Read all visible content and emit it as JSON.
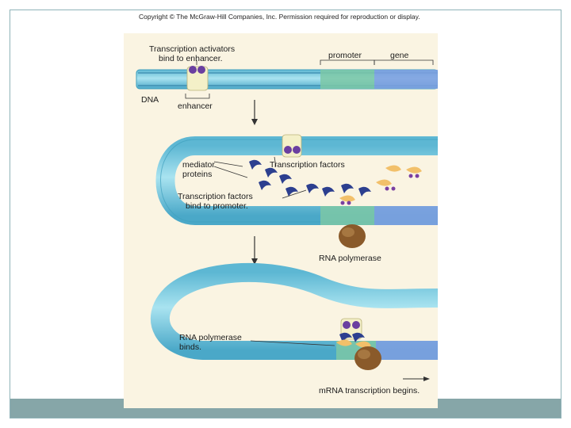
{
  "copyright": "Copyright © The McGraw-Hill Companies, Inc. Permission required for reproduction or display.",
  "labels": {
    "activators_line1": "Transcription activators",
    "activators_line2": "bind to enhancer.",
    "promoter": "promoter",
    "gene": "gene",
    "dna": "DNA",
    "enhancer": "enhancer",
    "mediator_line1": "mediator",
    "mediator_line2": "proteins",
    "transcription_factors": "Transcription factors",
    "tf_bind_line1": "Transcription factors",
    "tf_bind_line2": "bind to promoter.",
    "rna_polymerase": "RNA polymerase",
    "rnap_binds_line1": "RNA polymerase",
    "rnap_binds_line2": "binds.",
    "mrna": "mRNA transcription begins."
  },
  "colors": {
    "dna": "#8fd3e6",
    "dna_edge": "#3f9fbd",
    "promoter": "#7cc8a6",
    "gene": "#7f9fe0",
    "activator": "#6a3fa0",
    "mediator": "#2c3f8f",
    "transcription_factor": "#f2c06a",
    "rna_polymerase": "#8a5a2a",
    "background": "#faf4e2",
    "bar": "#86a6a8"
  }
}
